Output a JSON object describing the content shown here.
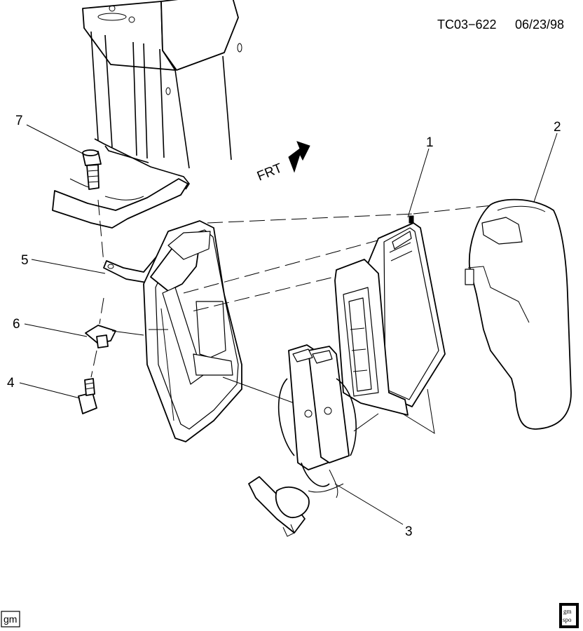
{
  "doc_id": "TC03−622",
  "doc_date": "06/23/98",
  "direction_label": "FRT",
  "callouts": [
    "1",
    "2",
    "3",
    "4",
    "5",
    "6",
    "7"
  ],
  "logos": {
    "left": "gm",
    "right_top": "gm",
    "right_bottom": "spo"
  }
}
